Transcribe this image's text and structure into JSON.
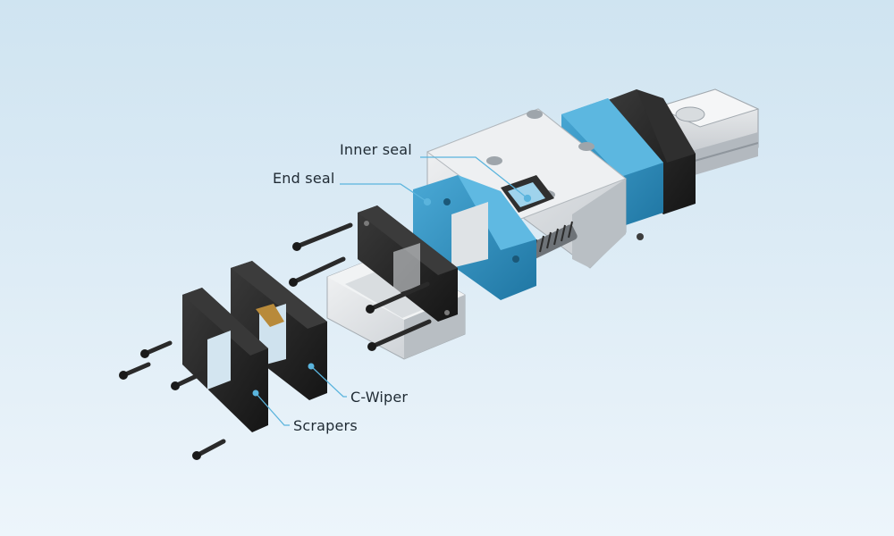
{
  "labels": {
    "inner_seal": "Inner seal",
    "end_seal": "End seal",
    "c_wiper": "C-Wiper",
    "scrapers": "Scrapers"
  },
  "colors": {
    "background_top": "#cfe4f1",
    "background_bottom": "#edf5fb",
    "end_seal_blue": "#2f8fbf",
    "body_silver": "#c9ced3",
    "wiper_black": "#262626",
    "brass_accent": "#b88a3a",
    "callout_line": "#5ab4dd"
  },
  "icons": {
    "screw": "hex-socket-screw",
    "callout_dot": "callout-dot"
  }
}
